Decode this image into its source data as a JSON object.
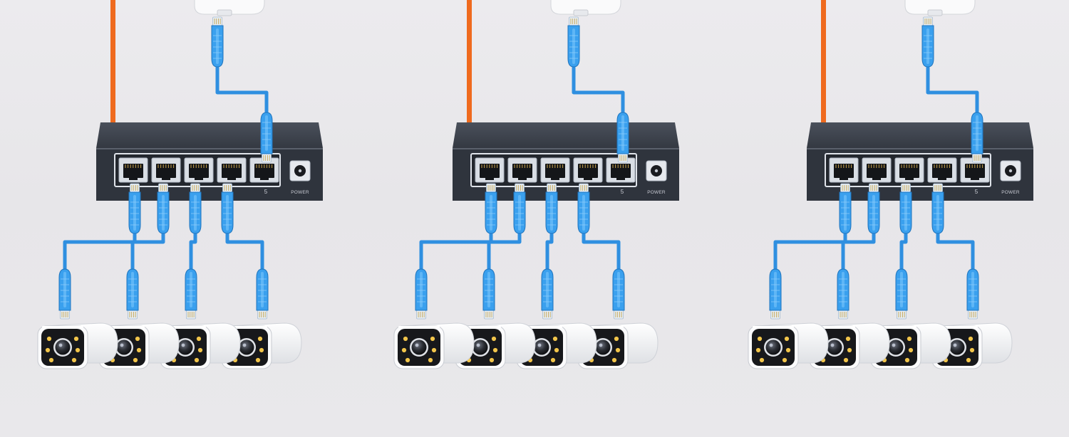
{
  "diagram": {
    "title": "",
    "groups": [
      {
        "id": "group-1",
        "switch": {
          "ports": 5,
          "port_label": "5",
          "power_label": "POWER",
          "uplink_port": 5
        },
        "cameras": 4
      },
      {
        "id": "group-2",
        "switch": {
          "ports": 5,
          "port_label": "5",
          "power_label": "POWER",
          "uplink_port": 5
        },
        "cameras": 4
      },
      {
        "id": "group-3",
        "switch": {
          "ports": 5,
          "port_label": "5",
          "power_label": "POWER",
          "uplink_port": 5
        },
        "cameras": 4
      }
    ],
    "colors": {
      "background": "#ebeaed",
      "switch_body": "#3d424c",
      "switch_face": "#2f343d",
      "ethernet_cable": "#2f8fe0",
      "connector": "#3aa0ee",
      "power_cable": "#ef6a1e",
      "camera_body": "#ffffff",
      "camera_face": "#17181b",
      "camera_led": "#f2c54a"
    },
    "icons": [
      "router-icon",
      "switch-icon",
      "rj45-plug-icon",
      "bullet-camera-icon",
      "power-jack-icon"
    ]
  }
}
